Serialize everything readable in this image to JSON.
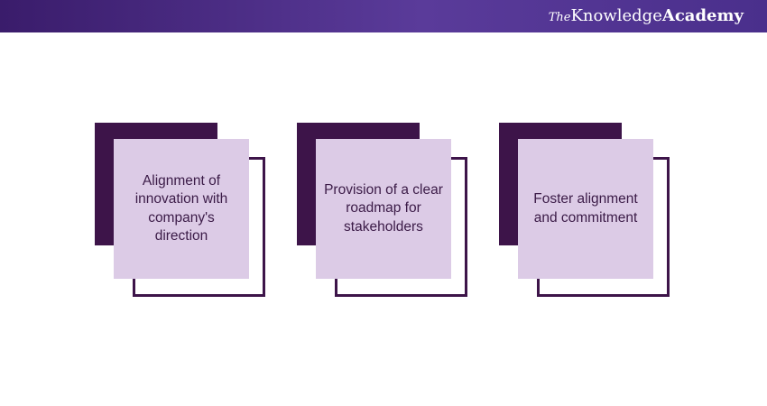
{
  "header": {
    "logo": {
      "the": "The",
      "knowledge": "Knowledge",
      "academy": "Academy"
    }
  },
  "cards": [
    {
      "text": "Alignment of innovation with company's direction"
    },
    {
      "text": "Provision of a clear roadmap for stakeholders"
    },
    {
      "text": "Foster alignment and commitment"
    }
  ],
  "colors": {
    "header_start": "#3a1c6b",
    "header_end": "#4a2f8c",
    "dark_square": "#3d1449",
    "card_fill": "#dccbe6",
    "text": "#3b1b47"
  }
}
